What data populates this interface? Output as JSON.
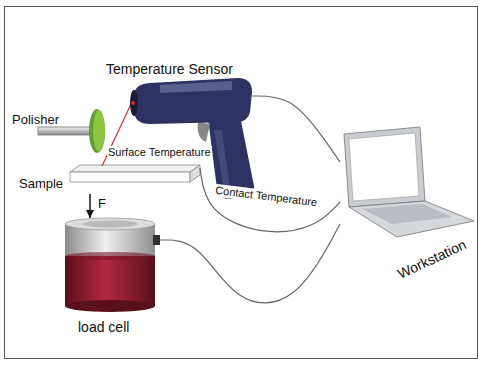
{
  "diagram": {
    "nodes": [
      {
        "text": [
          "Temperature Sensor"
        ]
      },
      {
        "text": [
          "Polisher"
        ]
      },
      {
        "text": [
          "Sample"
        ]
      },
      {
        "text": [
          "load cell"
        ]
      },
      {
        "text": [
          "Workstation"
        ]
      }
    ],
    "edges": [
      {
        "from": 0,
        "to": 4,
        "arrow": "none"
      },
      {
        "from": 2,
        "to": 4,
        "label": "Contact Temperature",
        "arrow": "none"
      },
      {
        "from": 3,
        "to": 4,
        "arrow": "none"
      },
      {
        "from": 2,
        "to": 3,
        "label": "F",
        "arrow": "to"
      }
    ],
    "labels": [
      "Surface Temperature"
    ]
  }
}
